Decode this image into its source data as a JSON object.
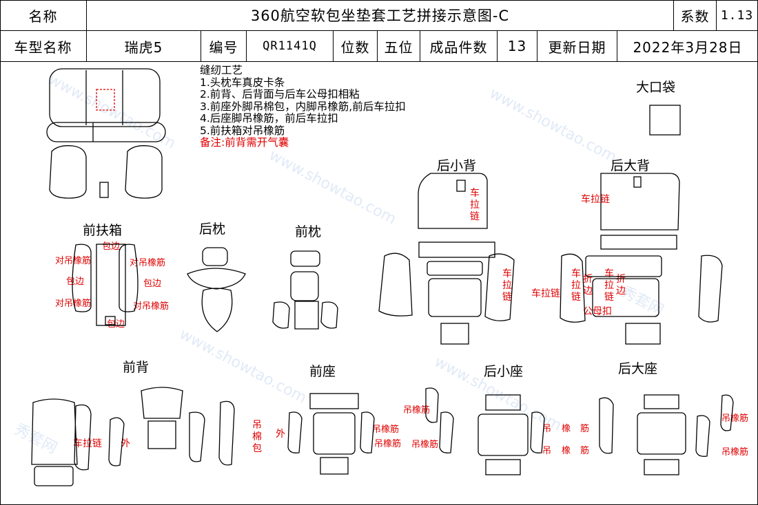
{
  "header": {
    "name_label": "名称",
    "title": "360航空软包坐垫套工艺拼接示意图-C",
    "coef_label": "系数",
    "coef_value": "1.13",
    "model_label": "车型名称",
    "model_value": "瑞虎5",
    "code_label": "编号",
    "code_value": "QR1141Q",
    "seats_label": "位数",
    "seats_value": "五位",
    "pieces_label": "成品件数",
    "pieces_value": "13",
    "date_label": "更新日期",
    "date_value": "2022年3月28日"
  },
  "process": {
    "title": "缝纫工艺",
    "steps": [
      "1.头枕车真皮卡条",
      "2.前背、后背面与后车公母扣相粘",
      "3.前座外脚吊棉包，内脚吊橡筋,前后车拉扣",
      "4.后座脚吊橡筋，前后车拉扣",
      "5.前扶箱对吊橡筋"
    ],
    "remark": "备注:前背需开气囊"
  },
  "sections": {
    "big_bag": "大口袋",
    "rear_small_back": "后小背",
    "rear_big_back": "后大背",
    "front_armrest": "前扶箱",
    "rear_headrest": "后枕",
    "front_headrest": "前枕",
    "front_back": "前背",
    "front_seat": "前座",
    "rear_small_seat": "后小座",
    "rear_big_seat": "后大座"
  },
  "annotations": {
    "edge_binding": "包边",
    "elastic_pair": "对吊橡筋",
    "zipper_v": "车拉链",
    "zipper_h": "车拉链",
    "zip_fold_1": "车拉链",
    "zip_fold_2": "折边",
    "zip_fold_3": "车拉链",
    "zip_fold_4": "折边",
    "snap": "公母扣",
    "outer": "外",
    "hang_cotton": "吊棉包",
    "hang_elastic": "吊橡筋",
    "hang_char": "吊",
    "elastic_chars": "橡",
    "tendon_char": "筋"
  },
  "watermark": {
    "brand_cn": "秀套网",
    "brand_url": "www.showtao.com"
  },
  "colors": {
    "annotation": "#e00000",
    "line": "#000000",
    "watermark": "#a0b8e0"
  }
}
